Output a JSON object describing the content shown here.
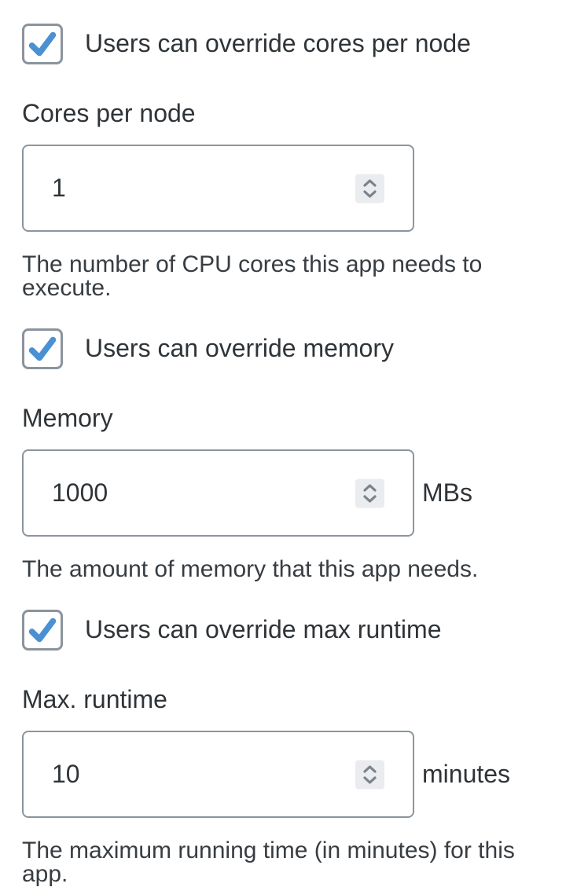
{
  "colors": {
    "check_blue": "#4a90d2",
    "checkbox_border": "#8b949c",
    "input_border": "#8b959d",
    "stepper_bg": "#ebecef",
    "stepper_arrow": "#7a828b",
    "text": "#2f3438"
  },
  "sections": [
    {
      "checkbox": {
        "label": "Users can override cores per node",
        "checked": true
      },
      "field": {
        "label": "Cores per node",
        "value": "1",
        "suffix": "",
        "help": "The number of CPU cores this app needs to execute."
      }
    },
    {
      "checkbox": {
        "label": "Users can override memory",
        "checked": true
      },
      "field": {
        "label": "Memory",
        "value": "1000",
        "suffix": "MBs",
        "help": "The amount of memory that this app needs."
      }
    },
    {
      "checkbox": {
        "label": "Users can override max runtime",
        "checked": true
      },
      "field": {
        "label": "Max. runtime",
        "value": "10",
        "suffix": "minutes",
        "help": "The maximum running time (in minutes) for this app."
      }
    }
  ]
}
